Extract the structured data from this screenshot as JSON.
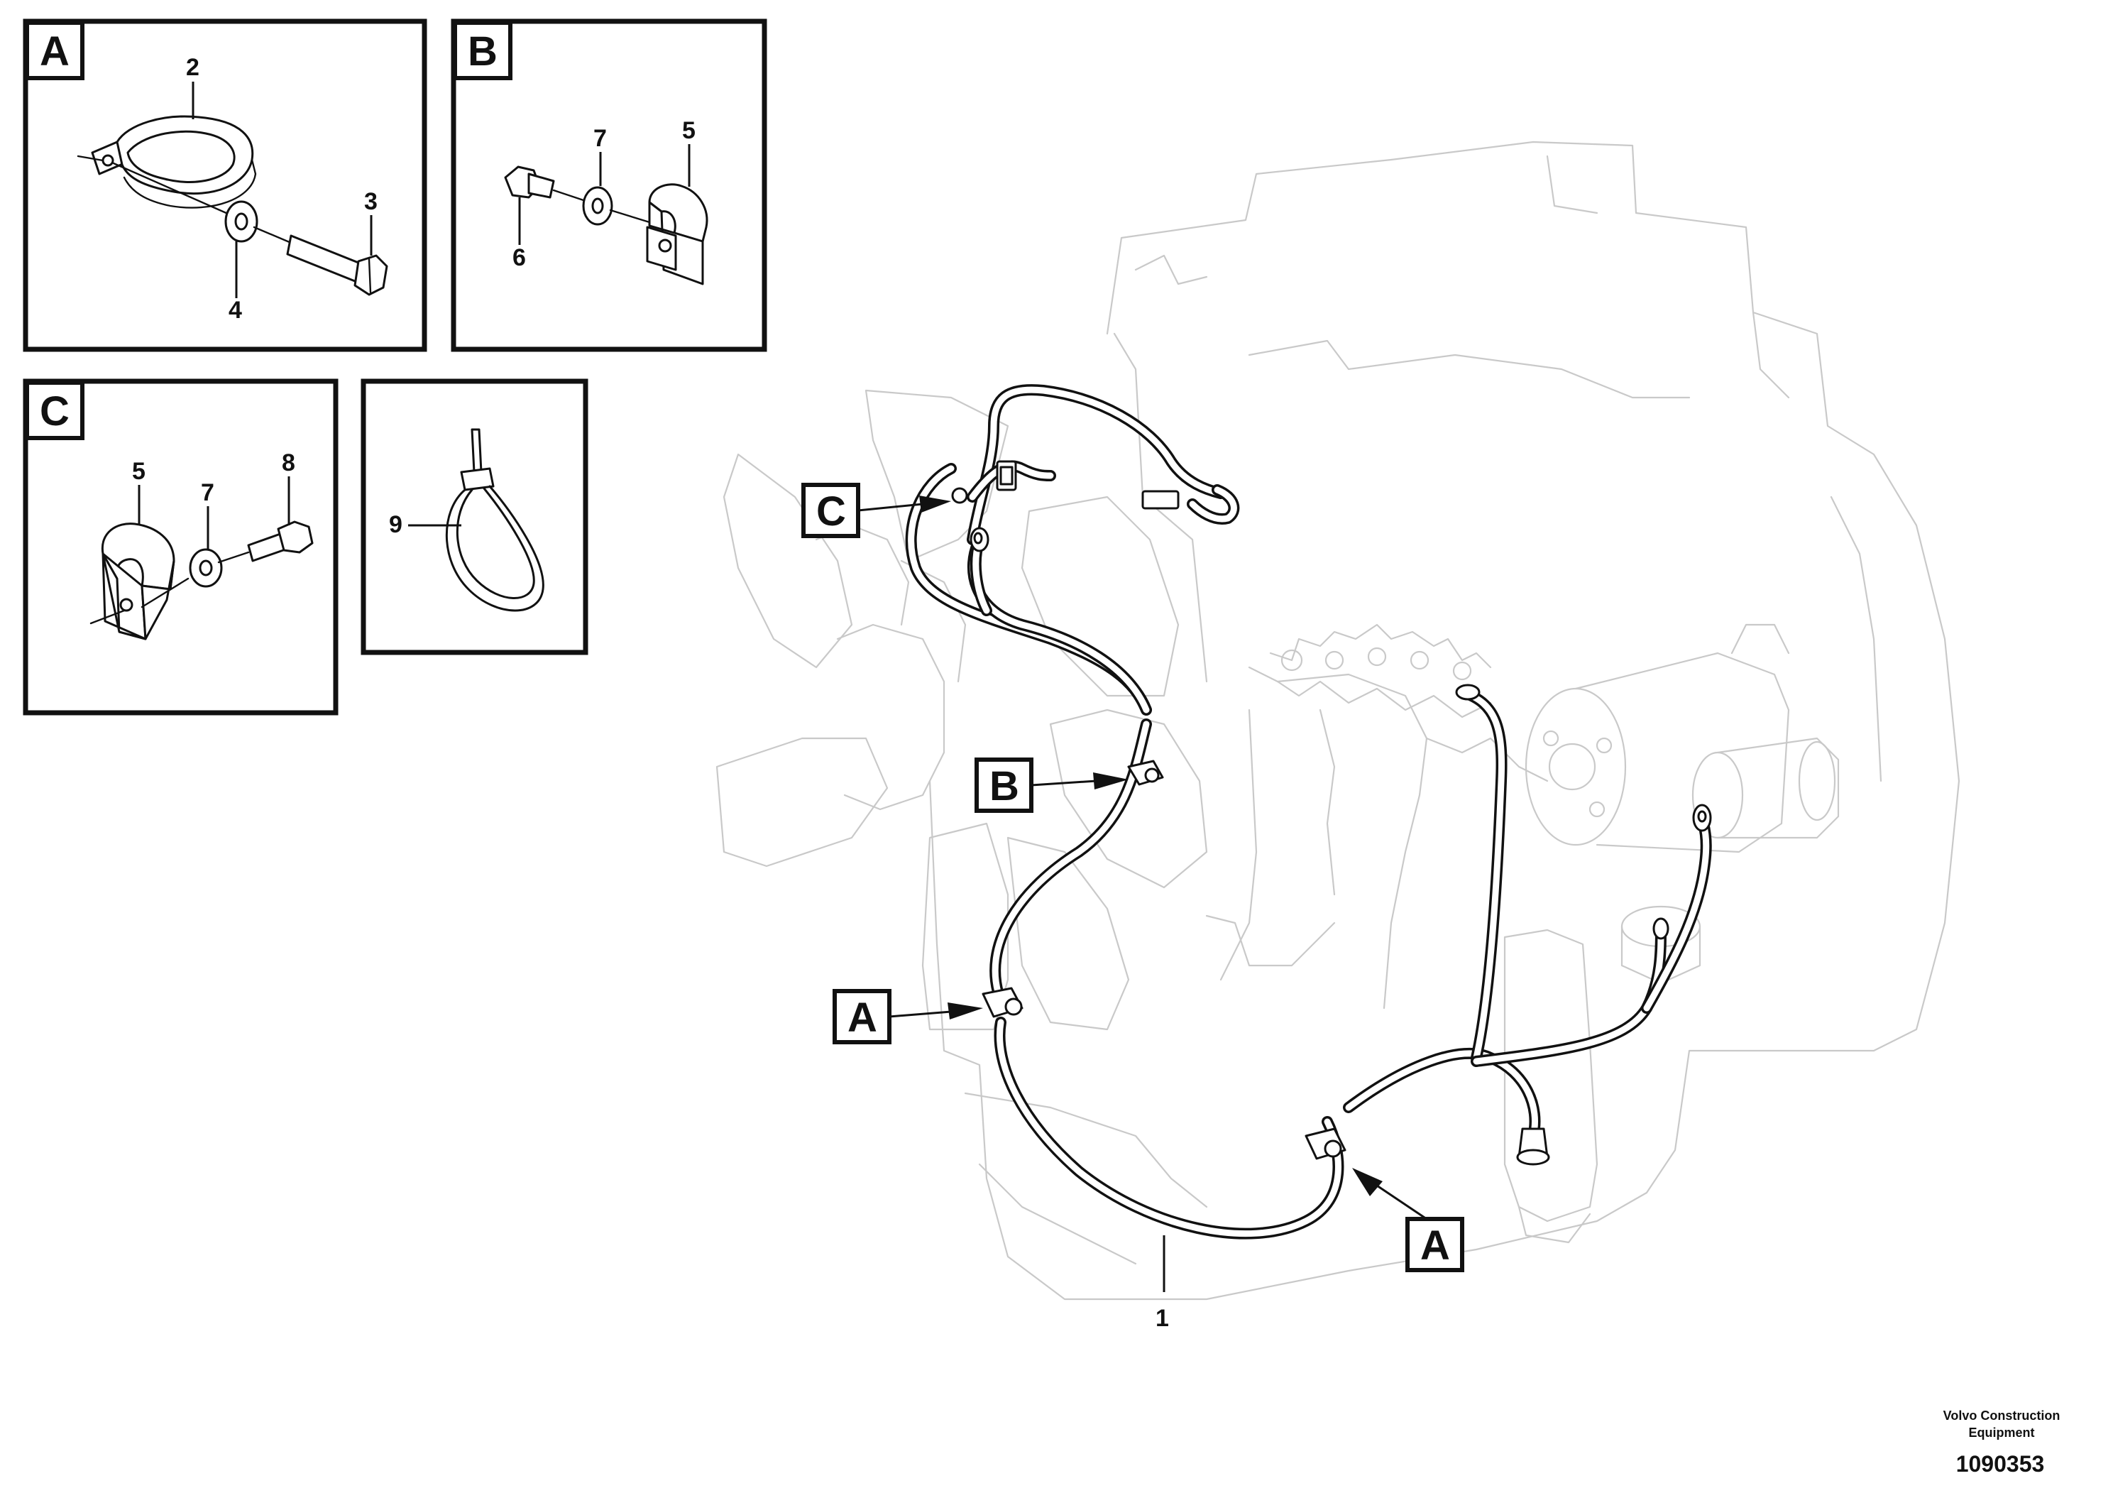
{
  "detail_panels": [
    {
      "label": "A",
      "callouts": [
        "2",
        "3",
        "4"
      ]
    },
    {
      "label": "B",
      "callouts": [
        "7",
        "5",
        "6"
      ]
    },
    {
      "label": "C",
      "callouts": [
        "5",
        "7",
        "8"
      ]
    },
    {
      "label": "",
      "callouts": [
        "9"
      ]
    }
  ],
  "main_drawing": {
    "location_tags": [
      "C",
      "B",
      "A",
      "A"
    ],
    "callout": "1"
  },
  "footer": {
    "company_line1": "Volvo Construction",
    "company_line2": "Equipment",
    "figure_number": "1090353"
  }
}
